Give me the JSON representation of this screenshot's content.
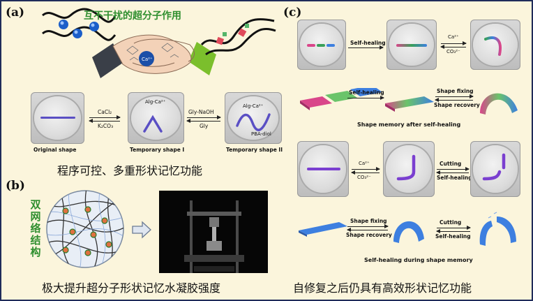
{
  "panels": {
    "a": {
      "label": "(a)",
      "header_cn": "互不干扰的超分子作用",
      "ca_badge": "Ca²⁺",
      "steps": [
        {
          "caption": "Original shape"
        },
        {
          "caption": "Temporary shape I",
          "annotation": "Alg-Ca²⁺"
        },
        {
          "caption": "Temporary shape II",
          "annotation_top": "Alg-Ca²⁺",
          "annotation_bottom": "PBA-diol"
        }
      ],
      "arrow1_top": "CaCl₂",
      "arrow1_bottom": "K₂CO₃",
      "arrow2_top": "Gly-NaOH",
      "arrow2_bottom": "Gly",
      "footer_cn": "程序可控、多重形状记忆功能"
    },
    "b": {
      "label": "(b)",
      "vertical_cn": [
        "双",
        "网",
        "络",
        "结",
        "构"
      ],
      "footer_cn": "极大提升超分子形状记忆水凝胶强度"
    },
    "c": {
      "label": "(c)",
      "row1": {
        "arrow1": "Self-healing",
        "arrow2_top": "Ca²⁺",
        "arrow2_bottom": "CO₃²⁻"
      },
      "row2": {
        "arrow1": "Self-healing",
        "arrow2_top": "Shape fixing",
        "arrow2_bottom": "Shape recovery",
        "caption": "Shape memory after self-healing"
      },
      "row3": {
        "arrow1_top": "Ca²⁺",
        "arrow1_bottom": "CO₃²⁻",
        "arrow2_top": "Cutting",
        "arrow2_bottom": "Self-healing"
      },
      "row4": {
        "arrow1_top": "Shape fixing",
        "arrow1_bottom": "Shape recovery",
        "arrow2_top": "Cutting",
        "arrow2_bottom": "Self-healing",
        "caption": "Self-healing during shape memory"
      },
      "footer_cn": "自修复之后仍具有高效形状记忆功能"
    }
  },
  "colors": {
    "background": "#fbf5dc",
    "frame": "#1f2b5a",
    "green_text": "#2f8f2f",
    "hydrogel_purple": "#5a4fc4",
    "pink": "#d9468a",
    "green": "#6ac46a",
    "blue": "#3d7fe0"
  }
}
